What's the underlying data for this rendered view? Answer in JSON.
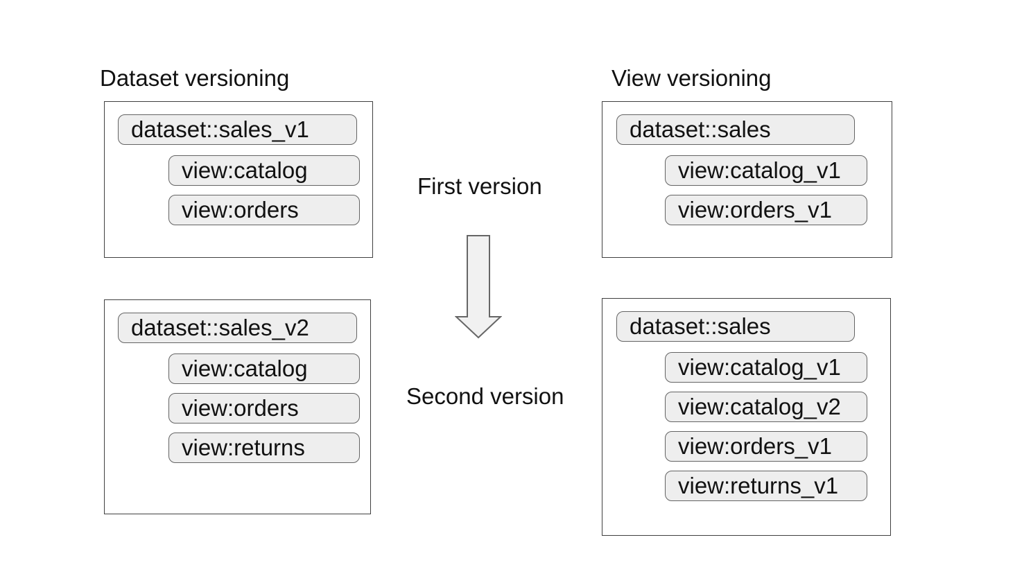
{
  "headings": {
    "left": "Dataset versioning",
    "right": "View versioning"
  },
  "flow": {
    "first_label": "First version",
    "second_label": "Second version",
    "arrow_icon": "down-block-arrow"
  },
  "panels": {
    "dataset_v1": {
      "dataset": "dataset::sales_v1",
      "views": [
        "view:catalog",
        "view:orders"
      ]
    },
    "view_v1": {
      "dataset": "dataset::sales",
      "views": [
        "view:catalog_v1",
        "view:orders_v1"
      ]
    },
    "dataset_v2": {
      "dataset": "dataset::sales_v2",
      "views": [
        "view:catalog",
        "view:orders",
        "view:returns"
      ]
    },
    "view_v2": {
      "dataset": "dataset::sales",
      "views": [
        "view:catalog_v1",
        "view:catalog_v2",
        "view:orders_v1",
        "view:returns_v1"
      ]
    }
  },
  "colors": {
    "background": "#ffffff",
    "panel_border": "#3f3f3f",
    "pill_fill": "#eeeeee",
    "pill_border": "#636363",
    "arrow_fill": "#f1f1f1",
    "arrow_border": "#666666",
    "text": "#111111"
  }
}
